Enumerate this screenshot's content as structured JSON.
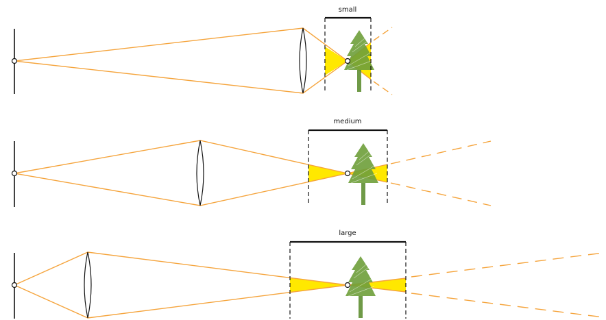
{
  "colors": {
    "ray": "#f5a43c",
    "cone_fill": "#ffe800",
    "line": "#111111",
    "tree": "#6e9e3a",
    "trunk": "#5f8f33",
    "background": "#ffffff"
  },
  "icons": {
    "tree": "tree-icon",
    "lens": "lens-icon",
    "focus_point": "focus-point-icon",
    "sensor": "sensor-icon"
  },
  "panels": [
    {
      "label": "small"
    },
    {
      "label": "medium"
    },
    {
      "label": "large"
    }
  ]
}
